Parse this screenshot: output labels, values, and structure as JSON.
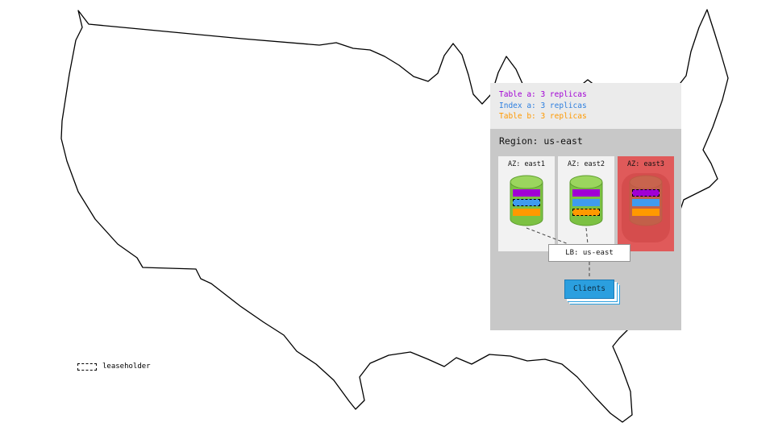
{
  "legend_panel": {
    "items": [
      {
        "label": "Table a: 3 replicas",
        "color": "#a100d4"
      },
      {
        "label": "Index a: 3 replicas",
        "color": "#2d7fe0"
      },
      {
        "label": "Table b: 3 replicas",
        "color": "#ff9900"
      }
    ]
  },
  "region": {
    "title": "Region: us-east",
    "zones": [
      {
        "label": "AZ: east1",
        "status": "up",
        "bg": "#f2f2f2",
        "replicas": [
          {
            "name": "table-a",
            "color": "#a100d4",
            "leaseholder": false
          },
          {
            "name": "index-a",
            "color": "#3f9bef",
            "leaseholder": true
          },
          {
            "name": "table-b",
            "color": "#ff9900",
            "leaseholder": false
          }
        ]
      },
      {
        "label": "AZ: east2",
        "status": "up",
        "bg": "#f2f2f2",
        "replicas": [
          {
            "name": "table-a",
            "color": "#a100d4",
            "leaseholder": false
          },
          {
            "name": "index-a",
            "color": "#3f9bef",
            "leaseholder": false
          },
          {
            "name": "table-b",
            "color": "#ff9900",
            "leaseholder": true
          }
        ]
      },
      {
        "label": "AZ: east3",
        "status": "down",
        "bg": "#e05a5a",
        "overlay": "#d24a4a",
        "replicas": [
          {
            "name": "table-a",
            "color": "#a100d4",
            "leaseholder": true
          },
          {
            "name": "index-a",
            "color": "#3f9bef",
            "leaseholder": false
          },
          {
            "name": "table-b",
            "color": "#ff9900",
            "leaseholder": false
          }
        ]
      }
    ],
    "load_balancer": {
      "label": "LB: us-east"
    },
    "clients": {
      "label": "Clients"
    }
  },
  "database_node": {
    "body_color": "#7cc142",
    "top_color": "#9bd55e",
    "edge_color": "#5f9e2f"
  },
  "map_legend": {
    "label": "leaseholder"
  }
}
